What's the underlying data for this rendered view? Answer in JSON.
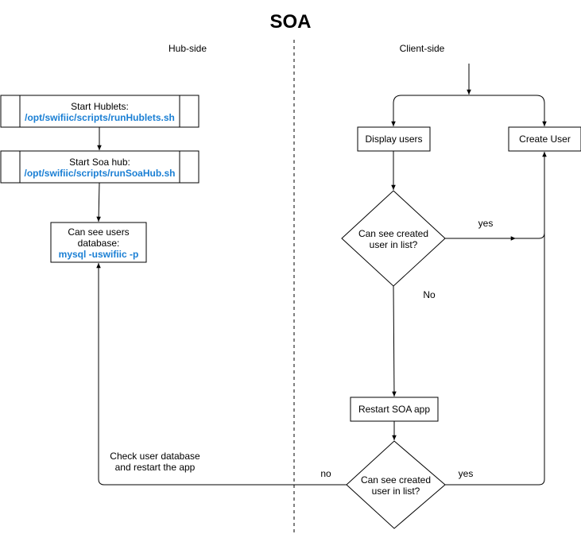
{
  "title": "SOA",
  "lanes": {
    "left": "Hub-side",
    "right": "Client-side"
  },
  "nodes": {
    "start_hublets": {
      "label": "Start Hublets:",
      "command": "/opt/swifiic/scripts/runHublets.sh"
    },
    "start_soa_hub": {
      "label": "Start Soa hub:",
      "command": "/opt/swifiic/scripts/runSoaHub.sh"
    },
    "see_users_db": {
      "label_line1": "Can see users",
      "label_line2": "database:",
      "command": "mysql -uswifiic -p"
    },
    "display_users": {
      "label": "Display users"
    },
    "create_user": {
      "label": "Create User"
    },
    "decision_1": {
      "line1": "Can see created",
      "line2": "user in list?"
    },
    "restart_soa": {
      "label": "Restart SOA app"
    },
    "decision_2": {
      "line1": "Can see created",
      "line2": "user in list?"
    }
  },
  "edges": {
    "d1_yes": "yes",
    "d1_no": "No",
    "d2_yes": "yes",
    "d2_no": "no",
    "check_db_line1": "Check user database",
    "check_db_line2": "and restart the app"
  },
  "colors": {
    "command_text": "#1a7fd4",
    "stroke": "#000000"
  }
}
